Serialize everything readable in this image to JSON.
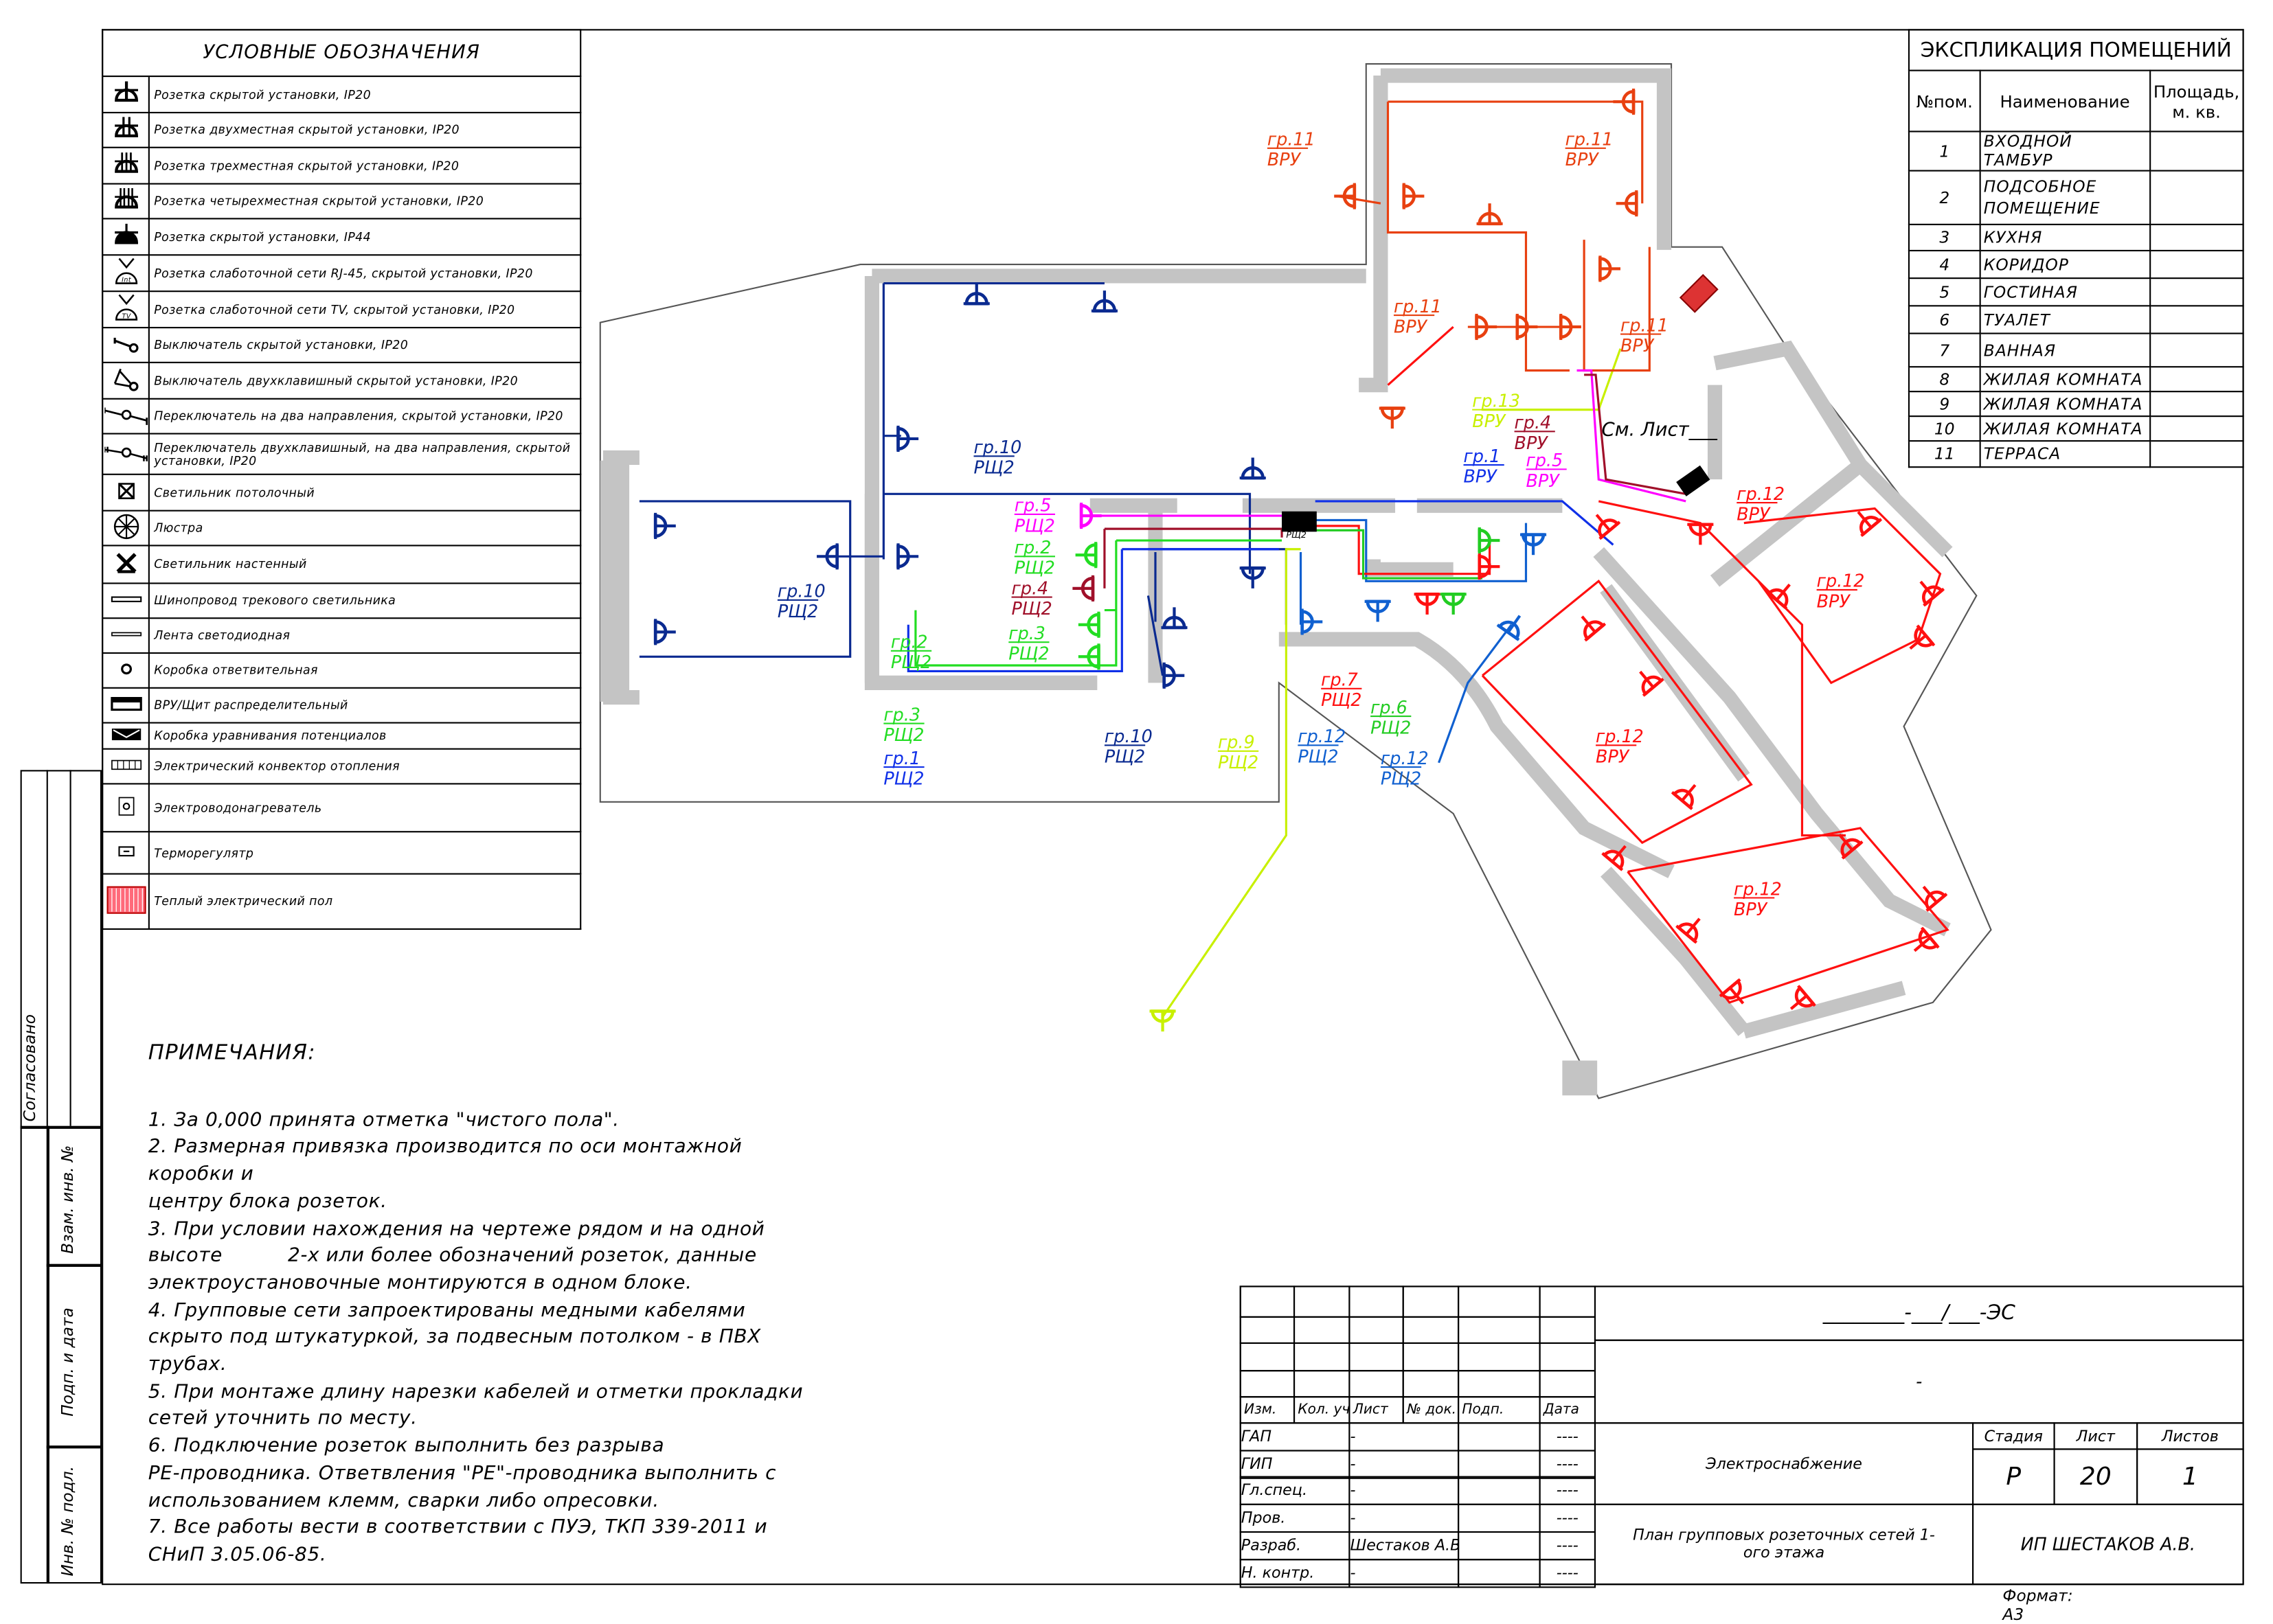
{
  "legend": {
    "title": "УСЛОВНЫЕ ОБОЗНАЧЕНИЯ",
    "items": [
      {
        "icon": "socket-icon",
        "label": "Розетка скрытой установки, IP20"
      },
      {
        "icon": "double-socket-icon",
        "label": "Розетка двухместная скрытой установки, IP20"
      },
      {
        "icon": "triple-socket-icon",
        "label": "Розетка трехместная скрытой установки, IP20"
      },
      {
        "icon": "quad-socket-icon",
        "label": "Розетка четырехместная скрытой установки, IP20"
      },
      {
        "icon": "socket-ip44-icon",
        "label": "Розетка скрытой установки, IP44"
      },
      {
        "icon": "rj45-socket-icon",
        "label": "Розетка слаботочной сети RJ-45, скрытой установки, IP20",
        "glyph": "Int"
      },
      {
        "icon": "tv-socket-icon",
        "label": "Розетка слаботочной сети TV, скрытой установки, IP20",
        "glyph": "TV"
      },
      {
        "icon": "switch-icon",
        "label": "Выключатель скрытой установки, IP20"
      },
      {
        "icon": "double-switch-icon",
        "label": "Выключатель двухклавишный скрытой установки, IP20"
      },
      {
        "icon": "two-way-switch-icon",
        "label": "Переключатель на два направления, скрытой установки, IP20"
      },
      {
        "icon": "double-two-way-switch-icon",
        "label": "Переключатель двухклавишный, на два направления, скрытой установки, IP20"
      },
      {
        "icon": "ceiling-light-icon",
        "label": "Светильник потолочный"
      },
      {
        "icon": "chandelier-icon",
        "label": "Люстра"
      },
      {
        "icon": "wall-light-icon",
        "label": "Светильник настенный"
      },
      {
        "icon": "track-busbar-icon",
        "label": "Шинопровод трекового светильника"
      },
      {
        "icon": "led-strip-icon",
        "label": "Лента светодиодная"
      },
      {
        "icon": "junction-box-icon",
        "label": "Коробка ответвительная"
      },
      {
        "icon": "distribution-board-icon",
        "label": "ВРУ/Щит распределительный"
      },
      {
        "icon": "equipotential-box-icon",
        "label": "Коробка уравнивания потенциалов"
      },
      {
        "icon": "convector-icon",
        "label": "Электрический конвектор отопления"
      },
      {
        "icon": "water-heater-icon",
        "label": "Электроводонагреватель"
      },
      {
        "icon": "thermostat-icon",
        "label": "Терморегулятр"
      },
      {
        "icon": "floor-heating-icon",
        "label": "Теплый электрический пол"
      }
    ]
  },
  "explication": {
    "title": "ЭКСПЛИКАЦИЯ ПОМЕЩЕНИЙ",
    "headers": {
      "num": "№пом.",
      "name": "Наименование",
      "area": "Площадь, м. кв."
    },
    "rows": [
      {
        "num": "1",
        "name": "ВХОДНОЙ ТАМБУР",
        "area": ""
      },
      {
        "num": "2",
        "name": "ПОДСОБНОЕ ПОМЕЩЕНИЕ",
        "area": ""
      },
      {
        "num": "3",
        "name": "КУХНЯ",
        "area": ""
      },
      {
        "num": "4",
        "name": "КОРИДОР",
        "area": ""
      },
      {
        "num": "5",
        "name": "ГОСТИНАЯ",
        "area": ""
      },
      {
        "num": "6",
        "name": "ТУАЛЕТ",
        "area": ""
      },
      {
        "num": "7",
        "name": "ВАННАЯ",
        "area": ""
      },
      {
        "num": "8",
        "name": "ЖИЛАЯ КОМНАТА",
        "area": ""
      },
      {
        "num": "9",
        "name": "ЖИЛАЯ КОМНАТА",
        "area": ""
      },
      {
        "num": "10",
        "name": "ЖИЛАЯ КОМНАТА",
        "area": ""
      },
      {
        "num": "11",
        "name": "ТЕРРАСА",
        "area": ""
      }
    ]
  },
  "plan": {
    "panel_label": "РЩ2",
    "see_sheet": "См. Лист___",
    "colors": {
      "gr1": "#1030e8",
      "gr2": "#22dd22",
      "gr3": "#22dd22",
      "gr4": "#a0102a",
      "gr5": "#ff00ff",
      "gr6": "#22cc22",
      "gr7": "#ff1010",
      "gr9": "#c8f000",
      "gr10": "#0a2a90",
      "gr11": "#e84010",
      "gr12": "#ff1010",
      "gr12b": "#1060d0",
      "gr13": "#c8f000",
      "wall": "#c4c4c4"
    },
    "labels": [
      {
        "group": "гр.11",
        "panel": "ВРУ"
      },
      {
        "group": "гр.11",
        "panel": "ВРУ"
      },
      {
        "group": "гр.11",
        "panel": "ВРУ"
      },
      {
        "group": "гр.11",
        "panel": "ВРУ"
      },
      {
        "group": "гр.13",
        "panel": "ВРУ"
      },
      {
        "group": "гр.4",
        "panel": "ВРУ"
      },
      {
        "group": "гр.5",
        "panel": "ВРУ"
      },
      {
        "group": "гр.1",
        "panel": "ВРУ"
      },
      {
        "group": "гр.12",
        "panel": "ВРУ"
      },
      {
        "group": "гр.12",
        "panel": "ВРУ"
      },
      {
        "group": "гр.12",
        "panel": "ВРУ"
      },
      {
        "group": "гр.12",
        "panel": "ВРУ"
      },
      {
        "group": "гр.10",
        "panel": "РЩ2"
      },
      {
        "group": "гр.10",
        "panel": "РЩ2"
      },
      {
        "group": "гр.10",
        "panel": "РЩ2"
      },
      {
        "group": "гр.5",
        "panel": "РЩ2"
      },
      {
        "group": "гр.2",
        "panel": "РЩ2"
      },
      {
        "group": "гр.4",
        "panel": "РЩ2"
      },
      {
        "group": "гр.3",
        "panel": "РЩ2"
      },
      {
        "group": "гр.2",
        "panel": "РЩ2"
      },
      {
        "group": "гр.3",
        "panel": "РЩ2"
      },
      {
        "group": "гр.1",
        "panel": "РЩ2"
      },
      {
        "group": "гр.9",
        "panel": "РЩ2"
      },
      {
        "group": "гр.12",
        "panel": "РЩ2"
      },
      {
        "group": "гр.7",
        "panel": "РЩ2"
      },
      {
        "group": "гр.6",
        "panel": "РЩ2"
      },
      {
        "group": "гр.12",
        "panel": "РЩ2"
      }
    ]
  },
  "notes": {
    "title": "ПРИМЕЧАНИЯ:",
    "lines": [
      "1. За 0,000 принята отметка \"чистого пола\".",
      "2. Размерная привязка производится по оси монтажной",
      "коробки и",
      "центру блока розеток.",
      "3. При условии нахождения на чертеже рядом и на одной",
      "высоте          2-х или более обозначений розеток, данные",
      "электроустановочные монтируются в одном блоке.",
      "4. Групповые сети запроектированы медными кабелями",
      "скрыто под штукатуркой, за подвесным потолком - в ПВХ",
      "трубах.",
      "5. При монтаже длину нарезки кабелей и отметки прокладки",
      "сетей уточнить по месту.",
      "6. Подключение розеток выполнить без разрыва",
      "PE-проводника. Ответвления \"PE\"-проводника выполнить с",
      "использованием клемм, сварки либо опресовки.",
      "7. Все работы вести в соответствии с ПУЭ, ТКП 339-2011 и",
      "СНиП 3.05.06-85."
    ]
  },
  "stamp": {
    "agreed": "Согласовано",
    "replaced_inv": "Взам. инв. №",
    "sign_date": "Подп. и дата",
    "inv_orig": "Инв. № подл."
  },
  "title_block": {
    "code": "________-___/___-ЭС",
    "dash": "-",
    "headers": [
      "Изм.",
      "Кол. уч.",
      "Лист",
      "№ док.",
      "Подп.",
      "Дата"
    ],
    "roles": [
      {
        "role": "ГАП",
        "name": "-",
        "date": "----"
      },
      {
        "role": "ГИП",
        "name": "-",
        "date": "----"
      },
      {
        "role": "Гл.спец.",
        "name": "-",
        "date": "----"
      },
      {
        "role": "Пров.",
        "name": "-",
        "date": "----"
      },
      {
        "role": "Разраб.",
        "name": "Шестаков А.В.",
        "date": "----"
      },
      {
        "role": "Н. контр.",
        "name": "-",
        "date": "----"
      }
    ],
    "section": "Электроснабжение",
    "stage_label": "Стадия",
    "sheet_label": "Лист",
    "sheets_label": "Листов",
    "stage": "Р",
    "sheet": "20",
    "sheets": "1",
    "drawing_title": "План групповых розеточных сетей 1-ого этажа",
    "company": "ИП ШЕСТАКОВ А.В.",
    "format": "Формат: А3"
  }
}
